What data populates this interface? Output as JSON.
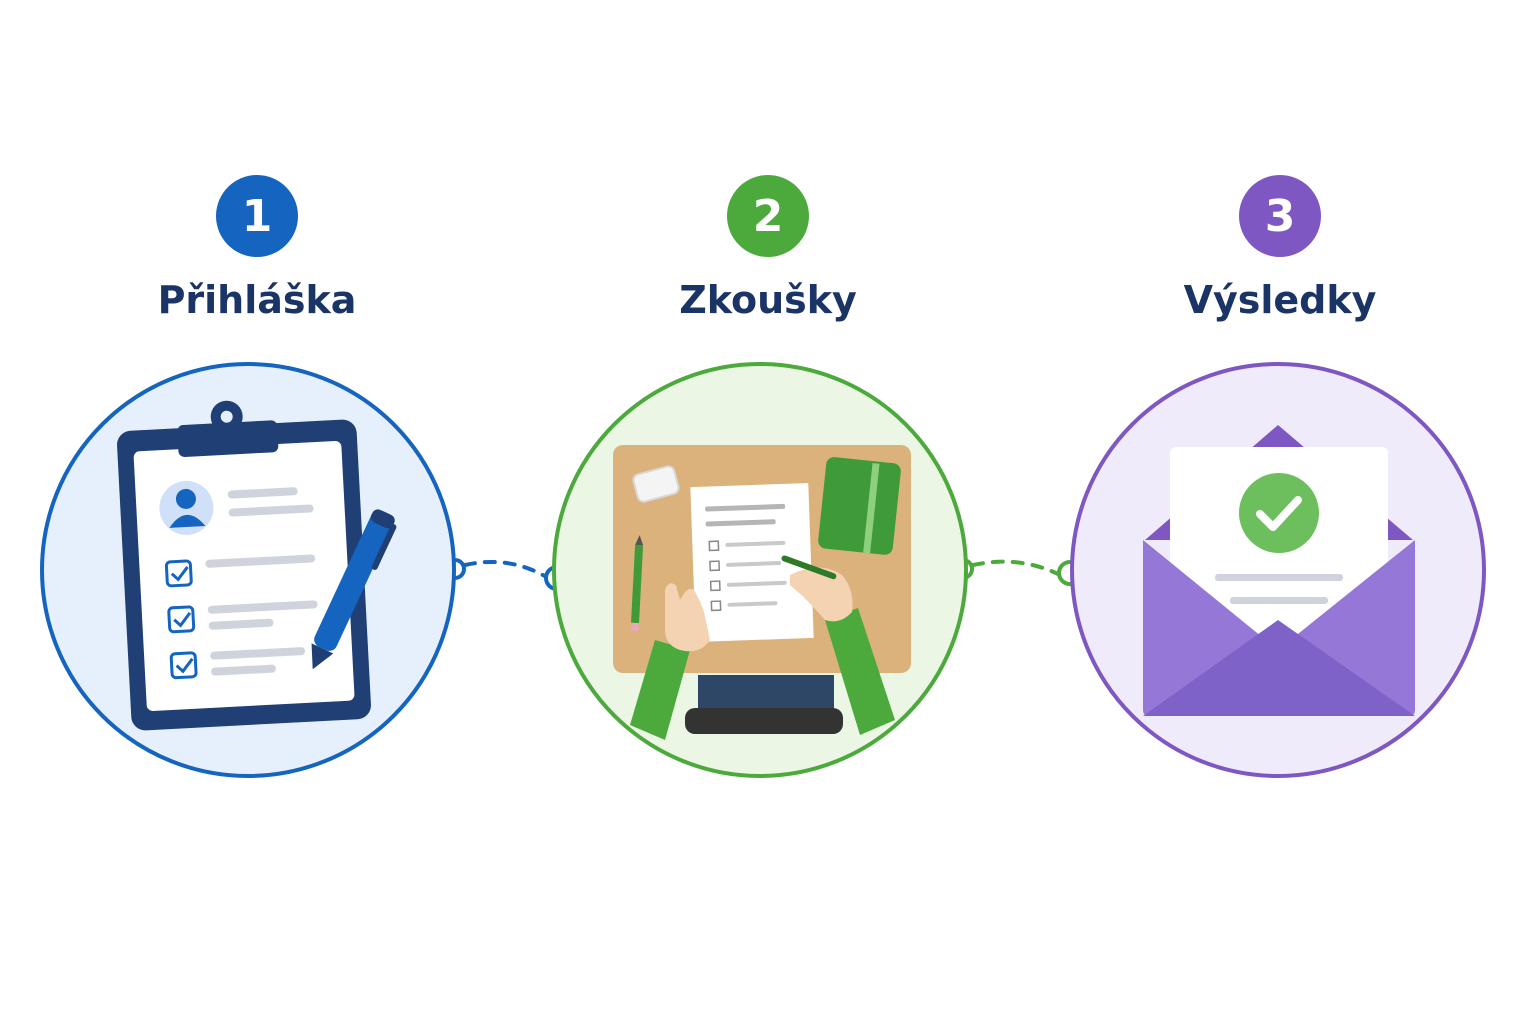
{
  "colors": {
    "step1": "#1565c0",
    "step2": "#4caa3c",
    "step3": "#7e57c2",
    "title": "#1b3466"
  },
  "steps": [
    {
      "number": "1",
      "title": "Přihláška",
      "icon": "clipboard-form-icon"
    },
    {
      "number": "2",
      "title": "Zkoušky",
      "icon": "exam-desk-icon"
    },
    {
      "number": "3",
      "title": "Výsledky",
      "icon": "envelope-check-icon"
    }
  ]
}
